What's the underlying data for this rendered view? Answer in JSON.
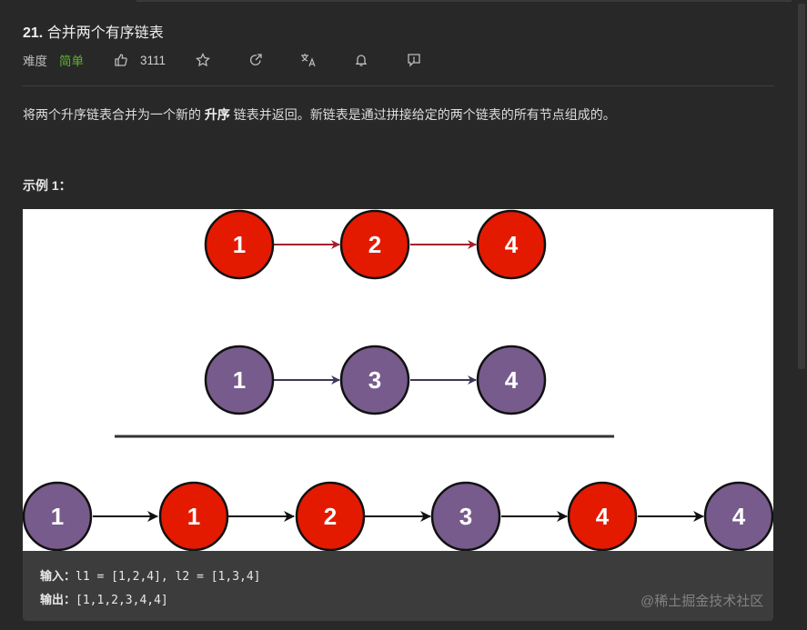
{
  "problem": {
    "number": "21.",
    "title": "合并两个有序链表",
    "difficulty_label": "难度",
    "difficulty_value": "简单",
    "difficulty_color": "#5ab726",
    "likes": "3111"
  },
  "toolbar": {
    "icons": [
      "thumbs-up-icon",
      "star-icon",
      "share-icon",
      "translate-icon",
      "bell-icon",
      "feedback-icon"
    ]
  },
  "description": {
    "before": "将两个升序链表合并为一个新的 ",
    "bold": "升序",
    "after": " 链表并返回。新链表是通过拼接给定的两个链表的所有节点组成的。"
  },
  "example": {
    "label": "示例 1：",
    "figure": {
      "list1": {
        "values": [
          "1",
          "2",
          "4"
        ],
        "color": "#e41a00"
      },
      "list2": {
        "values": [
          "1",
          "3",
          "4"
        ],
        "color": "#775b8c"
      },
      "merged": [
        {
          "value": "1",
          "color": "#775b8c"
        },
        {
          "value": "1",
          "color": "#e41a00"
        },
        {
          "value": "2",
          "color": "#e41a00"
        },
        {
          "value": "3",
          "color": "#775b8c"
        },
        {
          "value": "4",
          "color": "#e41a00"
        },
        {
          "value": "4",
          "color": "#775b8c"
        }
      ]
    },
    "input_label": "输入：",
    "input_value": "l1 = [1,2,4], l2 = [1,3,4]",
    "output_label": "输出：",
    "output_value": "[1,1,2,3,4,4]"
  },
  "watermark": "@稀土掘金技术社区"
}
